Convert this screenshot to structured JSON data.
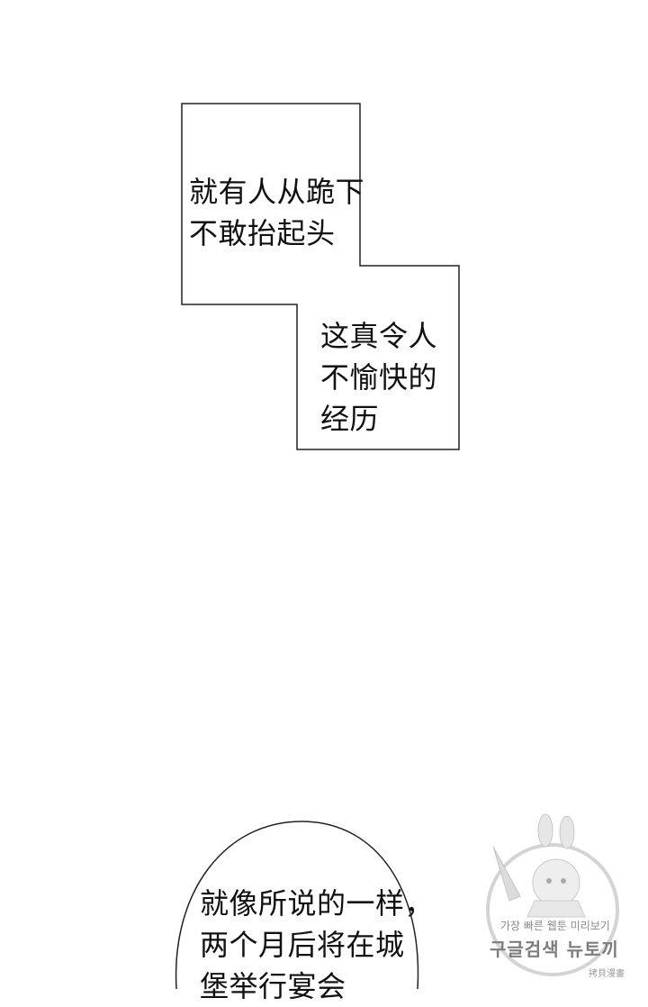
{
  "captions": {
    "box1_line1": "就有人从跪下",
    "box1_line2": "不敢抬起头",
    "box2_line1": "这真令人",
    "box2_line2": "不愉快的",
    "box2_line3": "经历"
  },
  "bubble": {
    "line1": "就像所说的一样，",
    "line2": "两个月后将在城",
    "line3": "堡举行宴会"
  },
  "watermark": {
    "line1": "가장 빠른 웹툰 미리보기",
    "line2": "구글검색 뉴토끼",
    "line3": "拷貝漫畫",
    "mascot_icon": "bunny-mascot-icon"
  }
}
